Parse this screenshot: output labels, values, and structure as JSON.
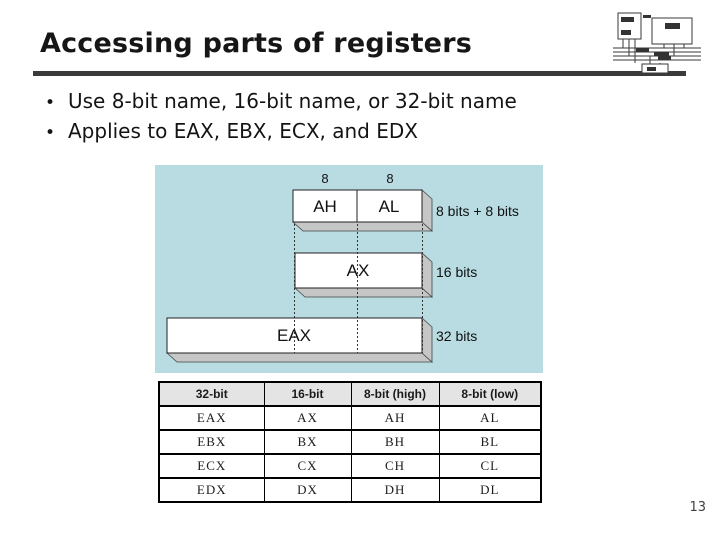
{
  "slide": {
    "title": "Accessing parts of registers",
    "bullet_char": "•",
    "bullets": [
      "Use 8-bit name, 16-bit name, or 32-bit name",
      "Applies to EAX, EBX, ECX, and EDX"
    ],
    "page_number": "13",
    "logo_icon": "cpu-bus-architecture-icon"
  },
  "colors": {
    "panel_background": "#b8dce2",
    "box_fill": "#ffffff",
    "box_shadow": "#c6c6c6",
    "table_header_background": "#e4e4e4",
    "title_rule": "#3a3a3a"
  },
  "diagram": {
    "top_bit_labels": [
      "8",
      "8"
    ],
    "boxes": {
      "ah": "AH",
      "al": "AL",
      "ax": "AX",
      "eax": "EAX"
    },
    "annotations": [
      "8 bits + 8 bits",
      "16 bits",
      "32 bits"
    ]
  },
  "table": {
    "headers": [
      "32-bit",
      "16-bit",
      "8-bit (high)",
      "8-bit (low)"
    ],
    "rows": [
      [
        "EAX",
        "AX",
        "AH",
        "AL"
      ],
      [
        "EBX",
        "BX",
        "BH",
        "BL"
      ],
      [
        "ECX",
        "CX",
        "CH",
        "CL"
      ],
      [
        "EDX",
        "DX",
        "DH",
        "DL"
      ]
    ]
  }
}
